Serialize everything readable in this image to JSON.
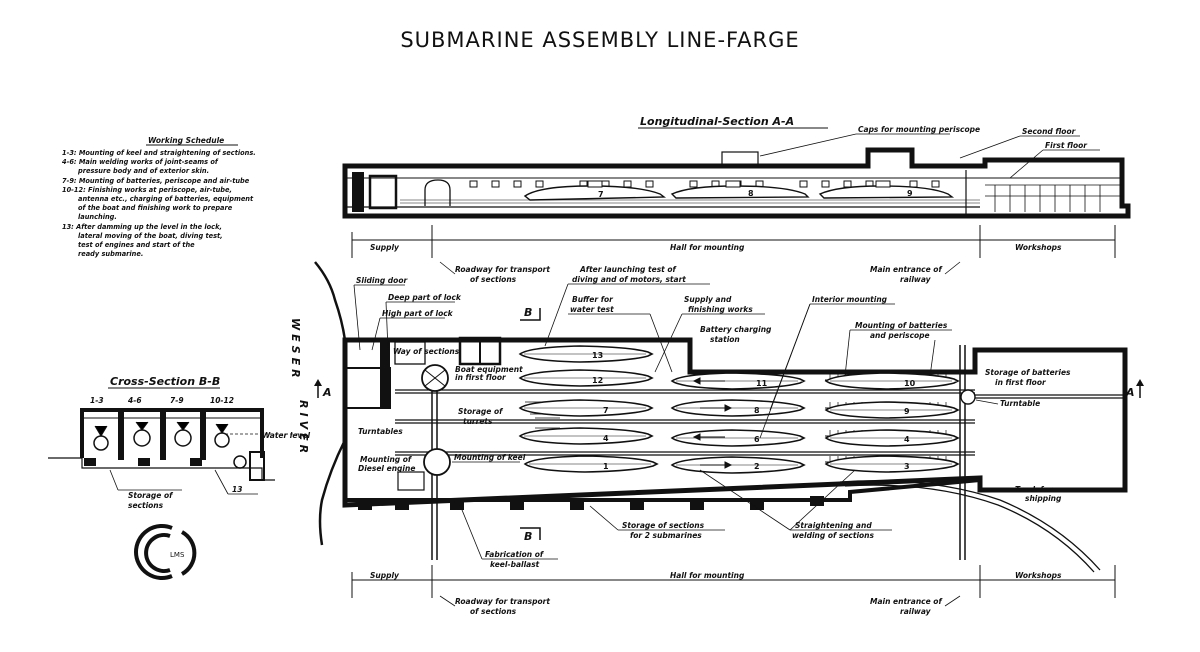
{
  "title": "SUBMARINE ASSEMBLY LINE-FARGE",
  "schedule": {
    "heading": "Working Schedule",
    "lines": [
      "1-3: Mounting of keel and straightening of sections.",
      "4-6: Main welding works of joint-seams of",
      "pressure body and of exterior skin.",
      "7-9: Mounting of batteries, periscope and air-tube",
      "10-12: Finishing works at periscope, air-tube,",
      "antenna etc., charging of batteries, equipment",
      "of the boat and finishing work to prepare",
      "launching.",
      "13: After damming up the level in the lock,",
      "lateral moving of the boat, diving test,",
      "test of engines and start of the",
      "ready submarine."
    ]
  },
  "longitudinal": {
    "heading": "Longitudinal-Section A-A",
    "caps_label": "Caps for mounting periscope",
    "second_floor": "Second floor",
    "first_floor": "First floor",
    "boat_numbers": [
      "7",
      "8",
      "9"
    ],
    "supply": "Supply",
    "hall": "Hall for mounting",
    "workshops": "Workshops",
    "roadway": [
      "Roadway for transport",
      "of sections"
    ],
    "main_entrance": [
      "Main entrance of",
      "railway"
    ]
  },
  "plan": {
    "sliding_door": "Sliding door",
    "deep_lock": "Deep part of lock",
    "high_lock": "High part of lock",
    "after_launching": [
      "After launching test of",
      "diving and of motors, start"
    ],
    "buffer": [
      "Buffer for",
      "water test"
    ],
    "supply_finishing": [
      "Supply and",
      "finishing works"
    ],
    "battery_charging": [
      "Battery charging",
      "station"
    ],
    "interior": "Interior mounting",
    "mount_batteries": [
      "Mounting of batteries",
      "and periscope"
    ],
    "storage_batteries": [
      "Storage of batteries",
      "in first floor"
    ],
    "turntable": "Turntable",
    "way_of_sections": "Way of sections",
    "boat_equipment": [
      "Boat equipment",
      "in first floor"
    ],
    "storage_turrets": [
      "Storage of",
      "turrets"
    ],
    "turntables": "Turntables",
    "mount_diesel": [
      "Mounting of",
      "Diesel engine"
    ],
    "mount_keel": "Mounting of keel",
    "track_shipping": [
      "Track for",
      "shipping"
    ],
    "storage_sections": [
      "Storage of sections",
      "for 2 submarines"
    ],
    "straightening": [
      "Straightening and",
      "welding of sections"
    ],
    "fabrication": [
      "Fabrication of",
      "keel-ballast"
    ],
    "marker_a": "A",
    "marker_b": "B",
    "weser": "WESER",
    "river": "RIVER",
    "boat_numbers": {
      "r1": [
        "13",
        "12",
        "11"
      ],
      "r2": [
        "7",
        "8",
        "9"
      ],
      "r3": [
        "4",
        "6",
        "4"
      ],
      "r4": [
        "1",
        "2",
        "3"
      ],
      "r1b": "10"
    },
    "supply": "Supply",
    "hall": "Hall for mounting",
    "workshops": "Workshops",
    "roadway": [
      "Roadway for transport",
      "of sections"
    ],
    "main_entrance": [
      "Main entrance of",
      "railway"
    ]
  },
  "cross": {
    "heading": "Cross-Section  B-B",
    "bays": [
      "1-3",
      "4-6",
      "7-9",
      "10-12"
    ],
    "water_level": "Water level",
    "bay13": "13",
    "storage": [
      "Storage of",
      "sections"
    ]
  },
  "logo": {
    "text": "LMS"
  }
}
